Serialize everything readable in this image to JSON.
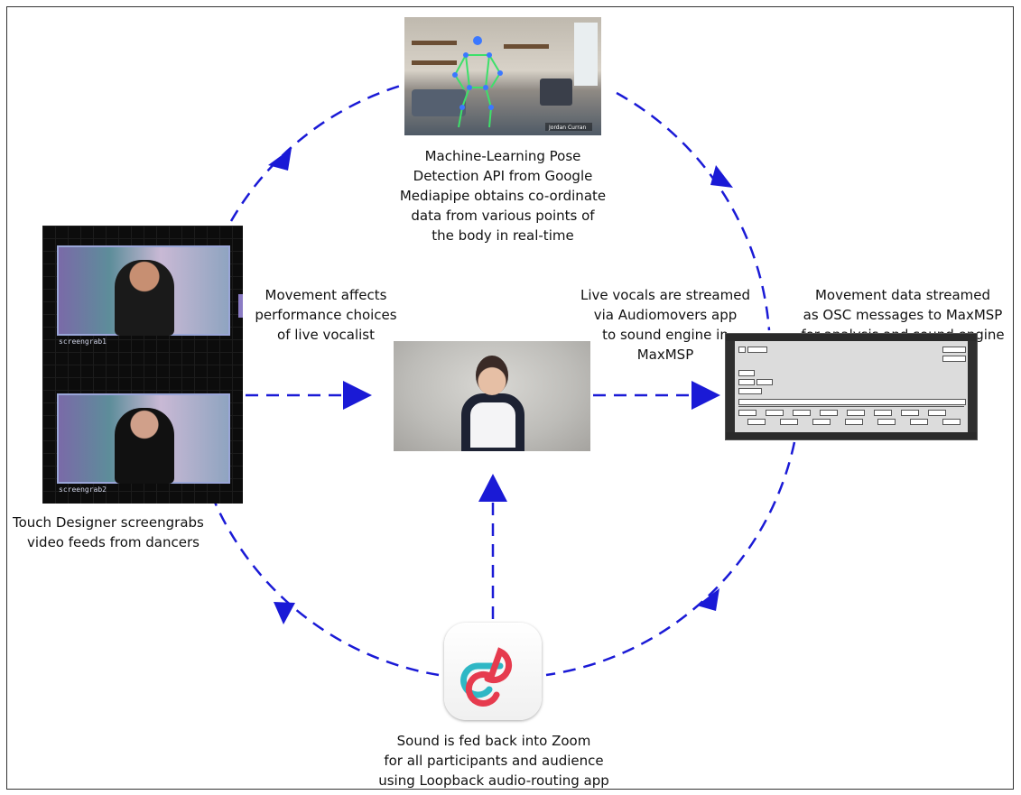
{
  "captions": {
    "pose": [
      "Machine-Learning Pose",
      "Detection API from Google",
      "Mediapipe obtains co-ordinate",
      "data from various points of",
      "the body in real-time"
    ],
    "movement": [
      "Movement affects",
      "performance choices",
      "of live vocalist"
    ],
    "live_vocals": [
      "Live vocals are streamed",
      "via Audiomovers app",
      "to sound engine in",
      "MaxMSP"
    ],
    "movement_data": [
      "Movement data streamed",
      "as OSC messages to MaxMSP",
      "for analysis and sound engine"
    ],
    "touch_designer": [
      "Touch Designer screengrabs",
      "video feeds from dancers"
    ],
    "sound": [
      "Sound is fed back into Zoom",
      "for all participants and audience",
      "using Loopback audio-routing app"
    ]
  },
  "td_panel": {
    "win1_label": "screengrab1",
    "win2_label": "screengrab2"
  },
  "pose_photo": {
    "name_tag": "Jordan Curran"
  },
  "colors": {
    "arrow": "#1a1ad6",
    "loopback_red": "#e63b4e",
    "loopback_teal": "#2fb7c5",
    "pose_skeleton": "#3de06a"
  }
}
